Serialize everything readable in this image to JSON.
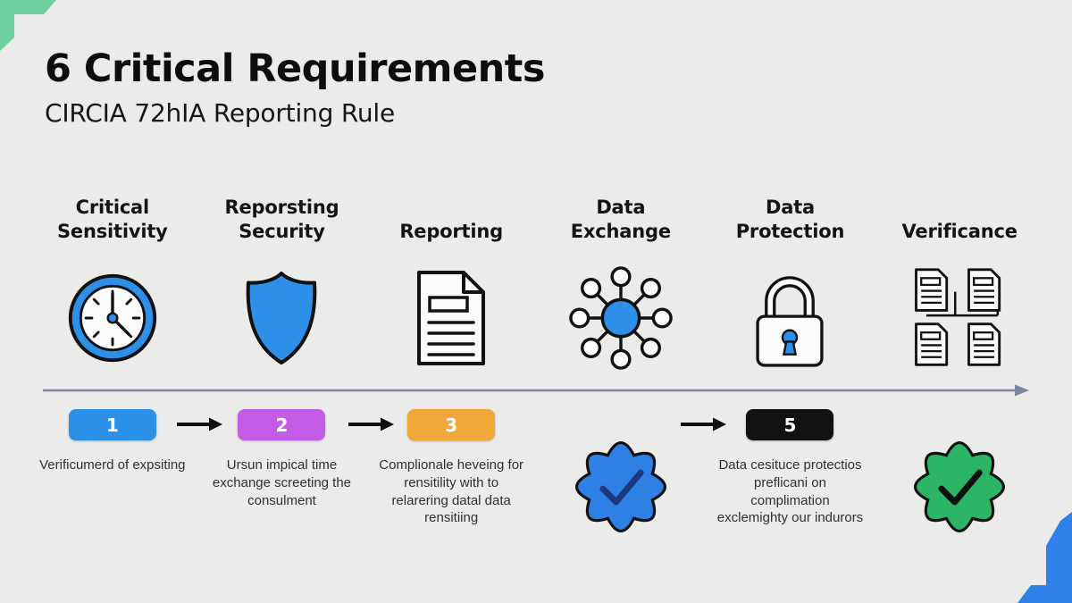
{
  "title": "6 Critical Requirements",
  "subtitle": "CIRCIA 72hIA Reporting Rule",
  "columns": [
    {
      "header": "Critical Sensitivity",
      "icon": "clock-icon",
      "step": {
        "label": "1",
        "color": "#2b90e8",
        "text": "Verificumerd of expsiting"
      }
    },
    {
      "header": "Reporsting Security",
      "icon": "shield-icon",
      "step": {
        "label": "2",
        "color": "#c45ce8",
        "text": "Ursun impical time exchange screeting the consulment"
      }
    },
    {
      "header": "Reporting",
      "icon": "document-icon",
      "step": {
        "label": "3",
        "color": "#f1a63a",
        "text": "Complionale heveing for rensitility with to relarering datal data rensitiing"
      }
    },
    {
      "header": "Data Exchange",
      "icon": "network-icon",
      "check": {
        "color": "#2e80e4",
        "check_color": "#1a3a7d"
      }
    },
    {
      "header": "Data Protection",
      "icon": "lock-icon",
      "step": {
        "label": "5",
        "color": "#111111",
        "text": "Data cesituce protectios preflicani on complimation exclemighty our indurors"
      }
    },
    {
      "header": "Verificance",
      "icon": "documents-icon",
      "check": {
        "color": "#2cb567",
        "check_color": "#111111"
      }
    }
  ],
  "colors": {
    "background": "#ebebe9",
    "accent_blue": "#2e8fe8",
    "timeline": "#7f87a0",
    "arrow_black": "#111111",
    "corner_green": "#6fcfa0",
    "corner_blue": "#2f80e8",
    "page_white": "#fbfbfb",
    "outline": "#111111"
  }
}
